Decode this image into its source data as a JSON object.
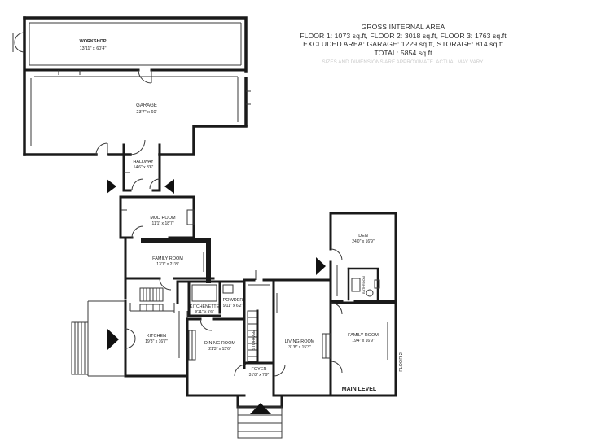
{
  "area_summary": {
    "heading": "GROSS INTERNAL AREA",
    "floors": "FLOOR 1: 1073 sq.ft, FLOOR 2: 3018 sq.ft, FLOOR 3: 1763 sq.ft",
    "excluded": "EXCLUDED AREA: GARAGE: 1229 sq.ft, STORAGE: 814 sq.ft",
    "total": "TOTAL: 5854 sq.ft",
    "note": "SIZES AND DIMENSIONS ARE APPROXIMATE. ACTUAL MAY VARY."
  },
  "rooms": {
    "workshop": {
      "name": "WORKSHOP",
      "size": "13'11\" x 60'4\""
    },
    "garage": {
      "name": "GARAGE",
      "size": "23'7\" x 60'"
    },
    "hallway": {
      "name": "HALLWAY",
      "size": "14'6\" x 8'6\""
    },
    "mud_room": {
      "name": "MUD ROOM",
      "size": "11'1\" x 18'7\""
    },
    "family_room_1": {
      "name": "FAMILY ROOM",
      "size": "13'1\" x 21'8\""
    },
    "kitchenette": {
      "name": "KITCHENETTE",
      "size": "9'11\" x 5'6\""
    },
    "powder": {
      "name": "POWDER",
      "size": "9'11\" x 6'2\""
    },
    "storage": {
      "name": "STORAGE"
    },
    "kitchen": {
      "name": "KITCHEN",
      "size": "19'8\" x 16'7\""
    },
    "dining_room": {
      "name": "DINING ROOM",
      "size": "21'3\" x 15'6\""
    },
    "foyer": {
      "name": "FOYER",
      "size": "31'8\" x 7'9\""
    },
    "living_room": {
      "name": "LIVING ROOM",
      "size": "31'8\" x 15'3\""
    },
    "den": {
      "name": "DEN",
      "size": "24'0\" x 16'9\""
    },
    "bathroom": {
      "name": "BATHROOM"
    },
    "family_room_2": {
      "name": "FAMILY ROOM",
      "size": "19'4\" x 16'9\""
    }
  },
  "labels": {
    "main_level": "MAIN LEVEL",
    "floor_marker": "FLOOR 2"
  }
}
